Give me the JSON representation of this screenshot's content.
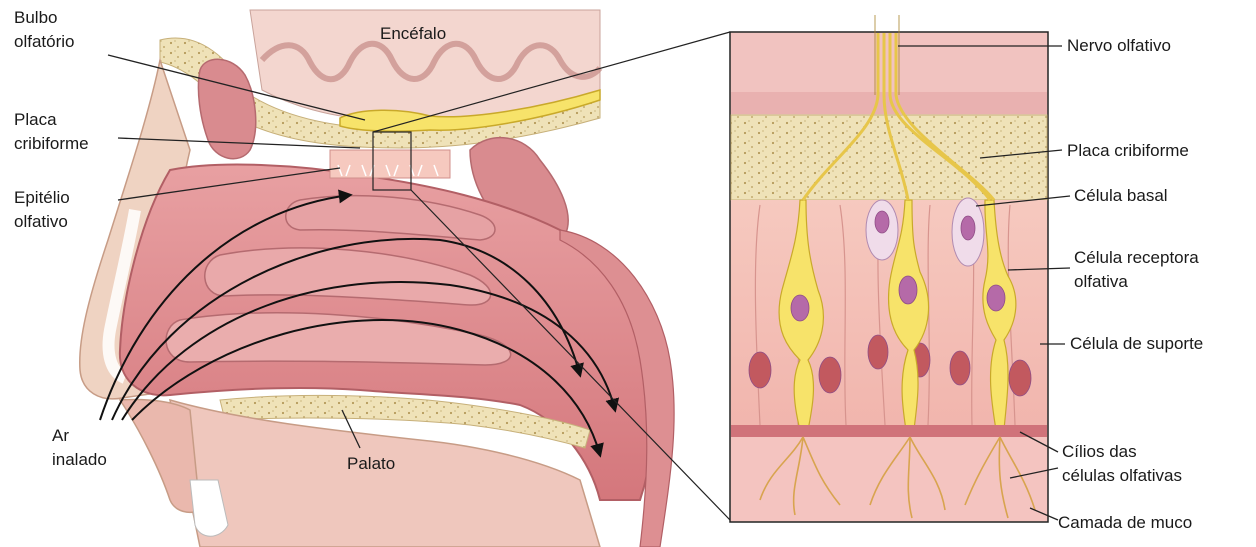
{
  "labels": {
    "bulbo_olfatorio": [
      "Bulbo",
      "olfatório"
    ],
    "encefalo": "Encéfalo",
    "placa_cribiforme_left": [
      "Placa",
      "cribiforme"
    ],
    "epitelio_olfativo": [
      "Epitélio",
      "olfativo"
    ],
    "ar_inalado": [
      "Ar",
      "inalado"
    ],
    "palato": "Palato",
    "nervo_olfativo": "Nervo olfativo",
    "placa_cribiforme_right": "Placa cribiforme",
    "celula_basal": "Célula basal",
    "celula_receptora": [
      "Célula receptora",
      "olfativa"
    ],
    "celula_suporte": "Célula de suporte",
    "cilios": [
      "Cílios das",
      "células olfativas"
    ],
    "camada_muco": "Camada de muco"
  },
  "colors": {
    "tissue_pink": "#e8a3a4",
    "tissue_dark": "#c76f73",
    "bone": "#efe2b8",
    "bone_dots": "#b59a5a",
    "brain": "#f3d6cf",
    "nerve_yellow": "#f7e36a",
    "nucleus": "#b56aa8",
    "mucus": "#f4c4c0",
    "line": "#222222"
  }
}
